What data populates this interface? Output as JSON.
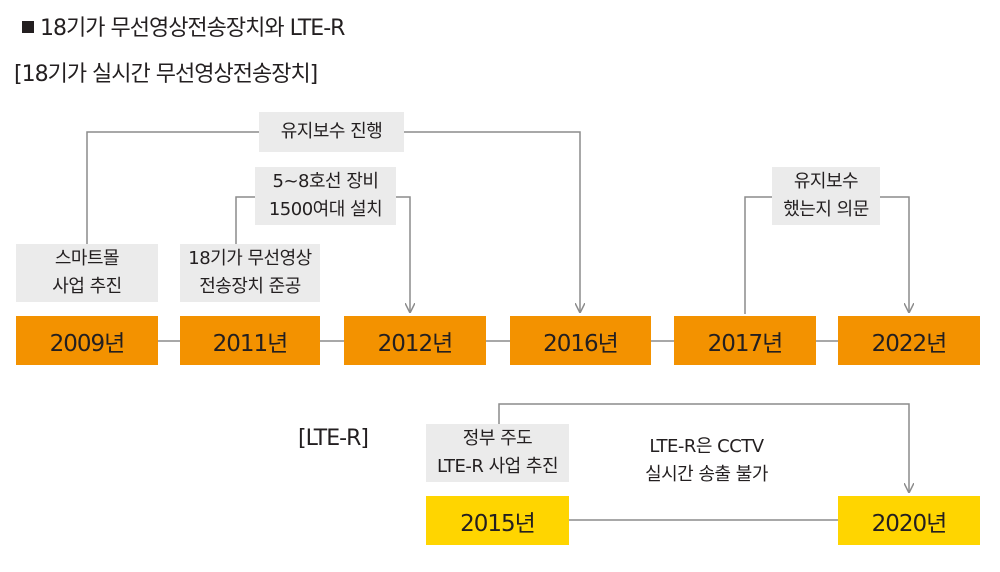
{
  "header": {
    "title": "18기가 무선영상전송장치와 LTE-R",
    "section1": "[18기가 실시간 무선영상전송장치]",
    "section2": "[LTE-R]"
  },
  "timeline1": {
    "years": [
      "2009년",
      "2011년",
      "2012년",
      "2016년",
      "2017년",
      "2022년"
    ],
    "notes": {
      "maintenance": "유지보수 진행",
      "smartmall_1": "스마트몰",
      "smartmall_2": "사업 추진",
      "complete_1": "18기가 무선영상",
      "complete_2": "전송장치 준공",
      "install_1": "5~8호선 장비",
      "install_2": "1500여대 설치",
      "doubt_1": "유지보수",
      "doubt_2": "했는지 의문"
    }
  },
  "timeline2": {
    "years": [
      "2015년",
      "2020년"
    ],
    "notes": {
      "gov_1": "정부 주도",
      "gov_2": "LTE-R 사업 추진",
      "cctv_1": "LTE-R은 CCTV",
      "cctv_2": "실시간 송출 불가"
    }
  },
  "colors": {
    "orange": "#f39200",
    "yellow": "#ffd500",
    "note_bg": "#ebebeb",
    "line": "#8c8c8c"
  }
}
